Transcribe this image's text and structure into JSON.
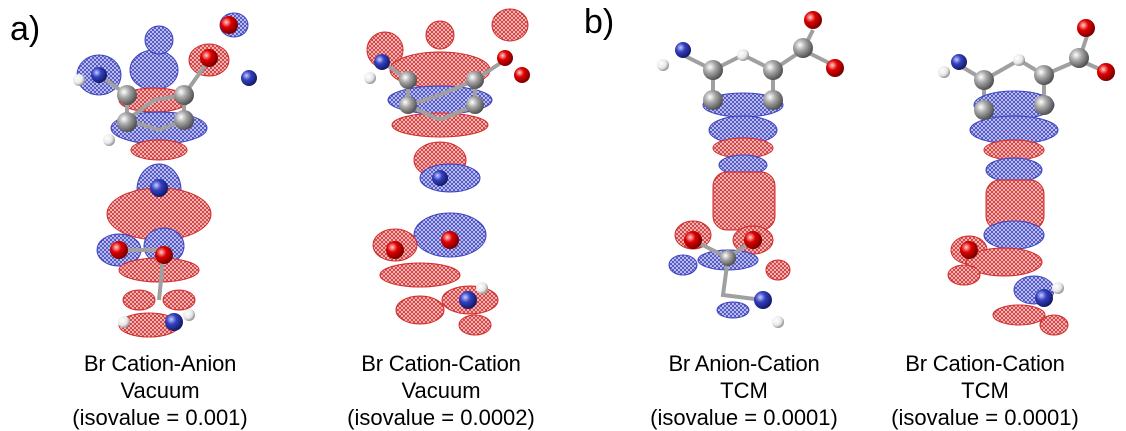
{
  "panel_labels": {
    "a": "a)",
    "b": "b)"
  },
  "colors": {
    "positive_lobe": "#d42a2a",
    "negative_lobe": "#3d43c2",
    "carbon": "#8f8f8f",
    "nitrogen": "#2e3bb5",
    "oxygen": "#e00000",
    "hydrogen": "#f2f2f2"
  },
  "panels": [
    {
      "title": "Br Cation-Anion",
      "environment": "Vacuum",
      "isovalue": "(isovalue = 0.001)"
    },
    {
      "title": "Br Cation-Cation",
      "environment": "Vacuum",
      "isovalue": "(isovalue = 0.0002)"
    },
    {
      "title": "Br Anion-Cation",
      "environment": "TCM",
      "isovalue": "(isovalue = 0.0001)"
    },
    {
      "title": "Br Cation-Cation",
      "environment": "TCM",
      "isovalue": "(isovalue = 0.0001)"
    }
  ]
}
